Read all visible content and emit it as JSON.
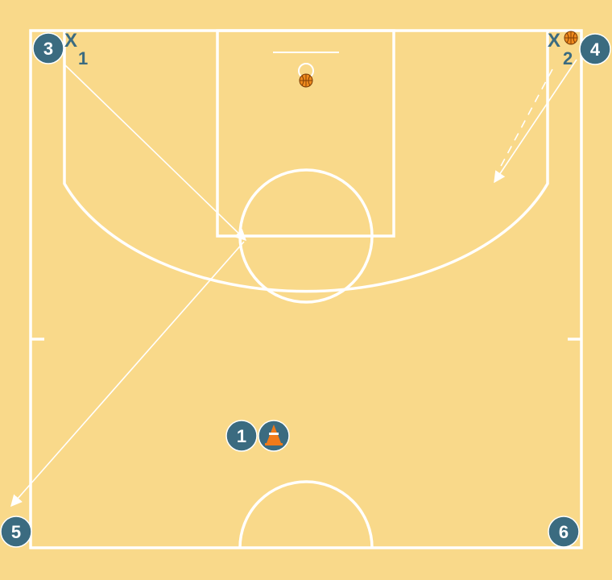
{
  "colors": {
    "court": "#f9d98a",
    "lines": "#ffffff",
    "player": "#3b6b80",
    "ball": "#ef8a1e",
    "cone": "#f07a1a"
  },
  "offense": [
    {
      "id": "p3",
      "label": "3"
    },
    {
      "id": "p4",
      "label": "4"
    },
    {
      "id": "p1",
      "label": "1"
    },
    {
      "id": "p5",
      "label": "5"
    },
    {
      "id": "p6",
      "label": "6"
    }
  ],
  "defense": [
    {
      "id": "x1",
      "mark": "X",
      "number": "1"
    },
    {
      "id": "x2",
      "mark": "X",
      "number": "2"
    }
  ],
  "balls": [
    {
      "holder": "4",
      "icon": "basketball-icon"
    },
    {
      "location": "rim",
      "icon": "basketball-icon"
    }
  ],
  "cone": {
    "next_to": "1",
    "icon": "cone-icon"
  },
  "actions": [
    {
      "type": "cut",
      "from": "3",
      "to": "high post",
      "style": "solid arrow"
    },
    {
      "type": "cut",
      "from": "high post",
      "to": "5 corner",
      "style": "solid arrow"
    },
    {
      "type": "cut",
      "from": "4",
      "to": "lane",
      "style": "solid arrow"
    },
    {
      "type": "pass",
      "from": "4",
      "to": "lane",
      "style": "dashed"
    }
  ]
}
